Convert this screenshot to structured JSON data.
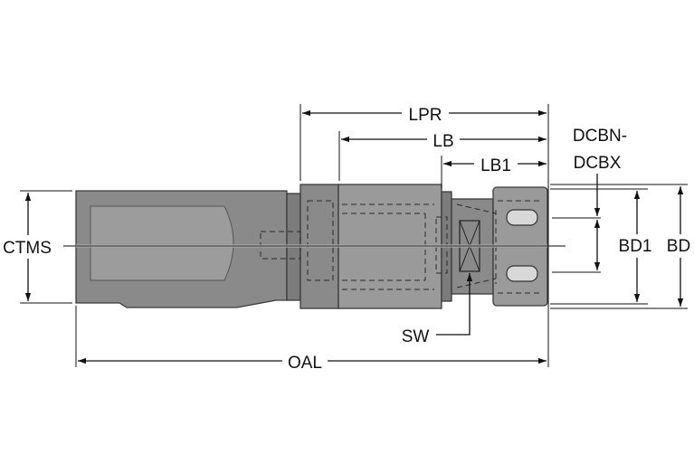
{
  "dimensions": {
    "ctms": "CTMS",
    "oal": "OAL",
    "lpr": "LPR",
    "lb": "LB",
    "lb1": "LB1",
    "dcbn": "DCBN-",
    "dcbx": "DCBX",
    "bd1": "BD1",
    "bd": "BD",
    "sw": "SW"
  },
  "colors": {
    "body": "#8a8a8a",
    "outline": "#3a3a3a",
    "dimension_line": "#111111"
  }
}
